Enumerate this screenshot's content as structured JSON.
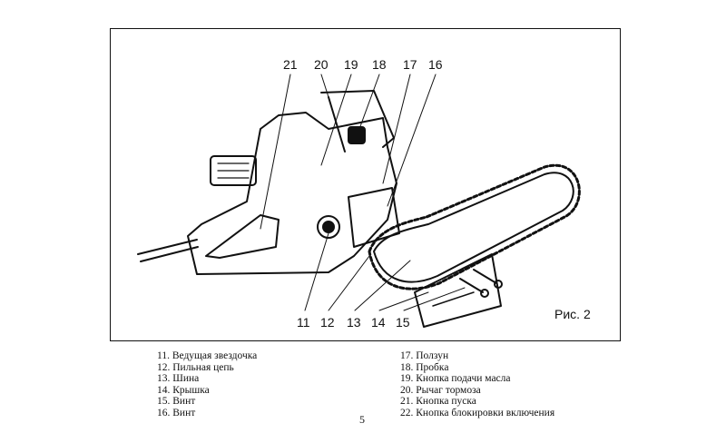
{
  "figure": {
    "callouts_top": [
      "21",
      "20",
      "19",
      "18",
      "17",
      "16"
    ],
    "callouts_bottom": [
      "11",
      "12",
      "13",
      "14",
      "15"
    ],
    "caption": "Рис. 2"
  },
  "legend_left": [
    "11. Ведущая звездочка",
    "12. Пильная цепь",
    "13. Шина",
    "14. Крышка",
    "15. Винт",
    "16. Винт"
  ],
  "legend_right": [
    "17. Ползун",
    "18. Пробка",
    "19. Кнопка подачи масла",
    "20. Рычаг тормоза",
    "21. Кнопка пуска",
    "22. Кнопка блокировки включения"
  ],
  "page_number": "5"
}
